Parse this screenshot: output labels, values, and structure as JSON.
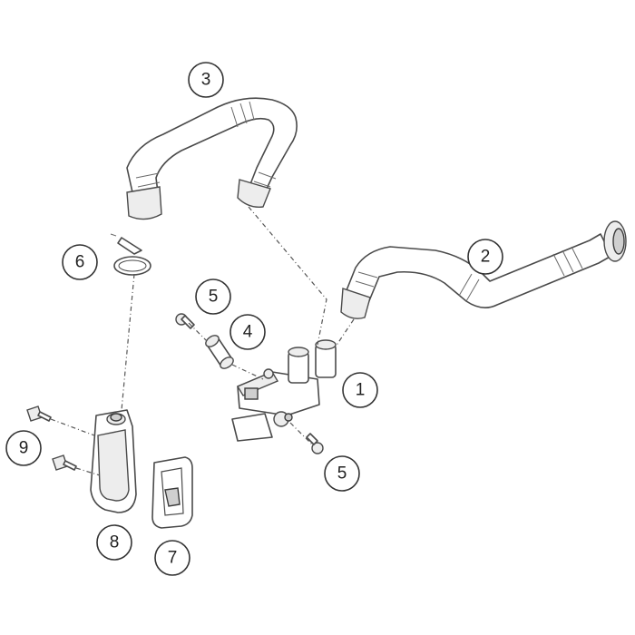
{
  "callouts": {
    "c1": "1",
    "c2": "2",
    "c3": "3",
    "c4": "4",
    "c5a": "5",
    "c5b": "5",
    "c6": "6",
    "c7": "7",
    "c8": "8",
    "c9": "9"
  },
  "parts": {
    "p1": "secondary-air-valve",
    "p2": "hose-long",
    "p3": "hose-bent",
    "p4": "spacer-sleeve",
    "p5": "screw",
    "p6": "hose-clamp",
    "p7": "reed-valve-gasket",
    "p8": "reed-valve-cover",
    "p9": "bolt"
  }
}
